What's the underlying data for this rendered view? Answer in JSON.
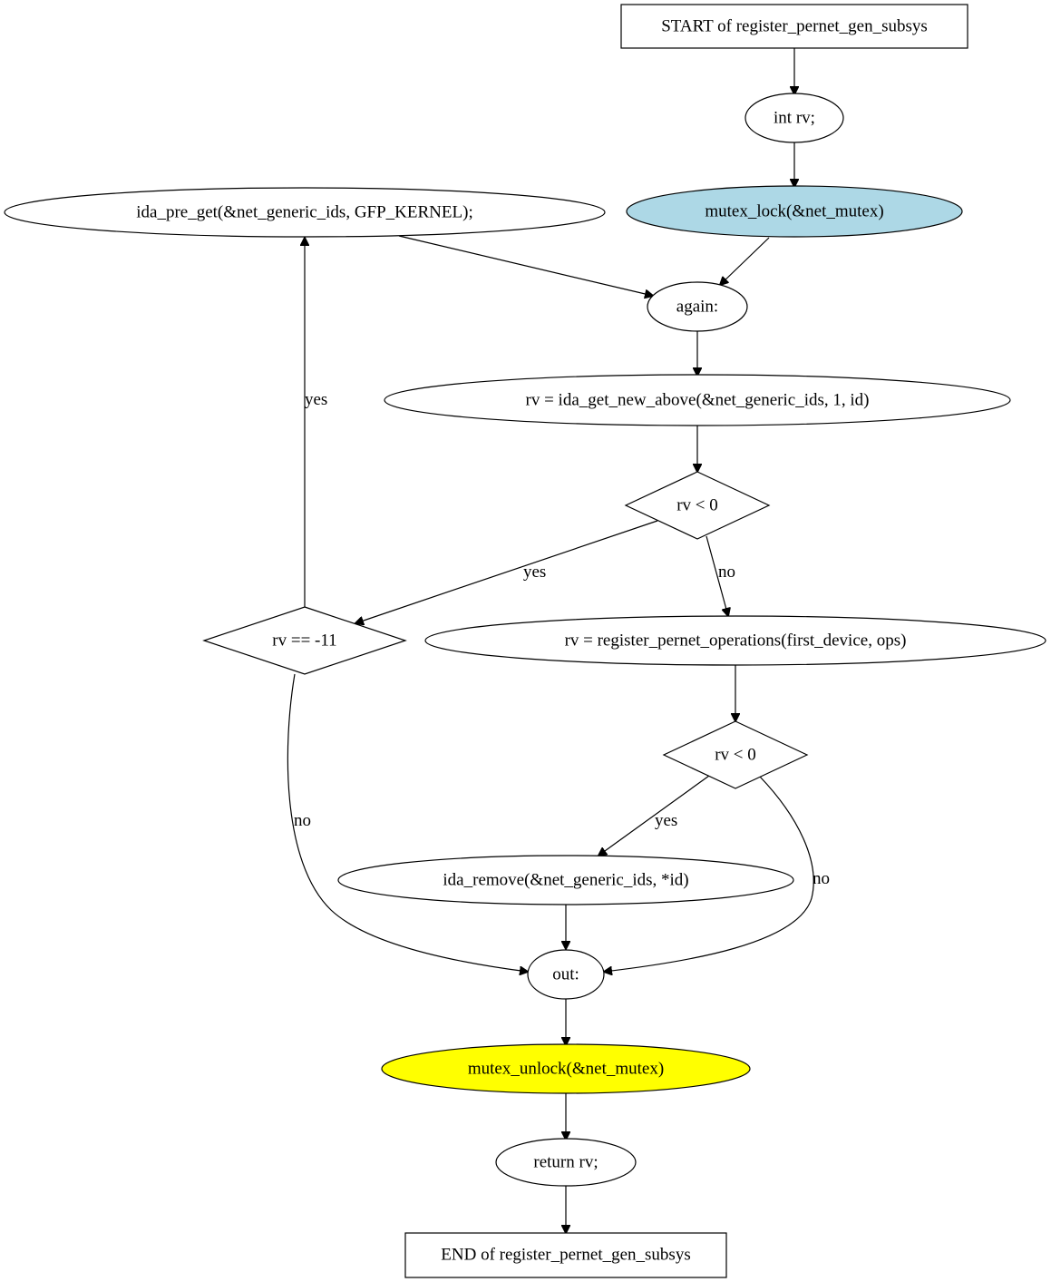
{
  "colors": {
    "lock_fill": "#add8e6",
    "unlock_fill": "#ffff00",
    "default_fill": "#ffffff",
    "stroke": "#000000"
  },
  "nodes": {
    "start": "START of register_pernet_gen_subsys",
    "decl": "int rv;",
    "lock": "mutex_lock(&net_mutex)",
    "ida_pre_get": "ida_pre_get(&net_generic_ids, GFP_KERNEL);",
    "again": "again:",
    "ida_get_new": "rv = ida_get_new_above(&net_generic_ids, 1, id)",
    "cond1": "rv < 0",
    "cond_eagain": "rv == -11",
    "register_ops": "rv = register_pernet_operations(first_device, ops)",
    "cond2": "rv < 0",
    "ida_remove": "ida_remove(&net_generic_ids, *id)",
    "out": "out:",
    "unlock": "mutex_unlock(&net_mutex)",
    "ret": "return rv;",
    "end": "END of register_pernet_gen_subsys"
  },
  "edge_labels": {
    "eagain_yes": "yes",
    "cond1_yes": "yes",
    "cond1_no": "no",
    "eagain_no": "no",
    "cond2_yes": "yes",
    "cond2_no": "no"
  }
}
